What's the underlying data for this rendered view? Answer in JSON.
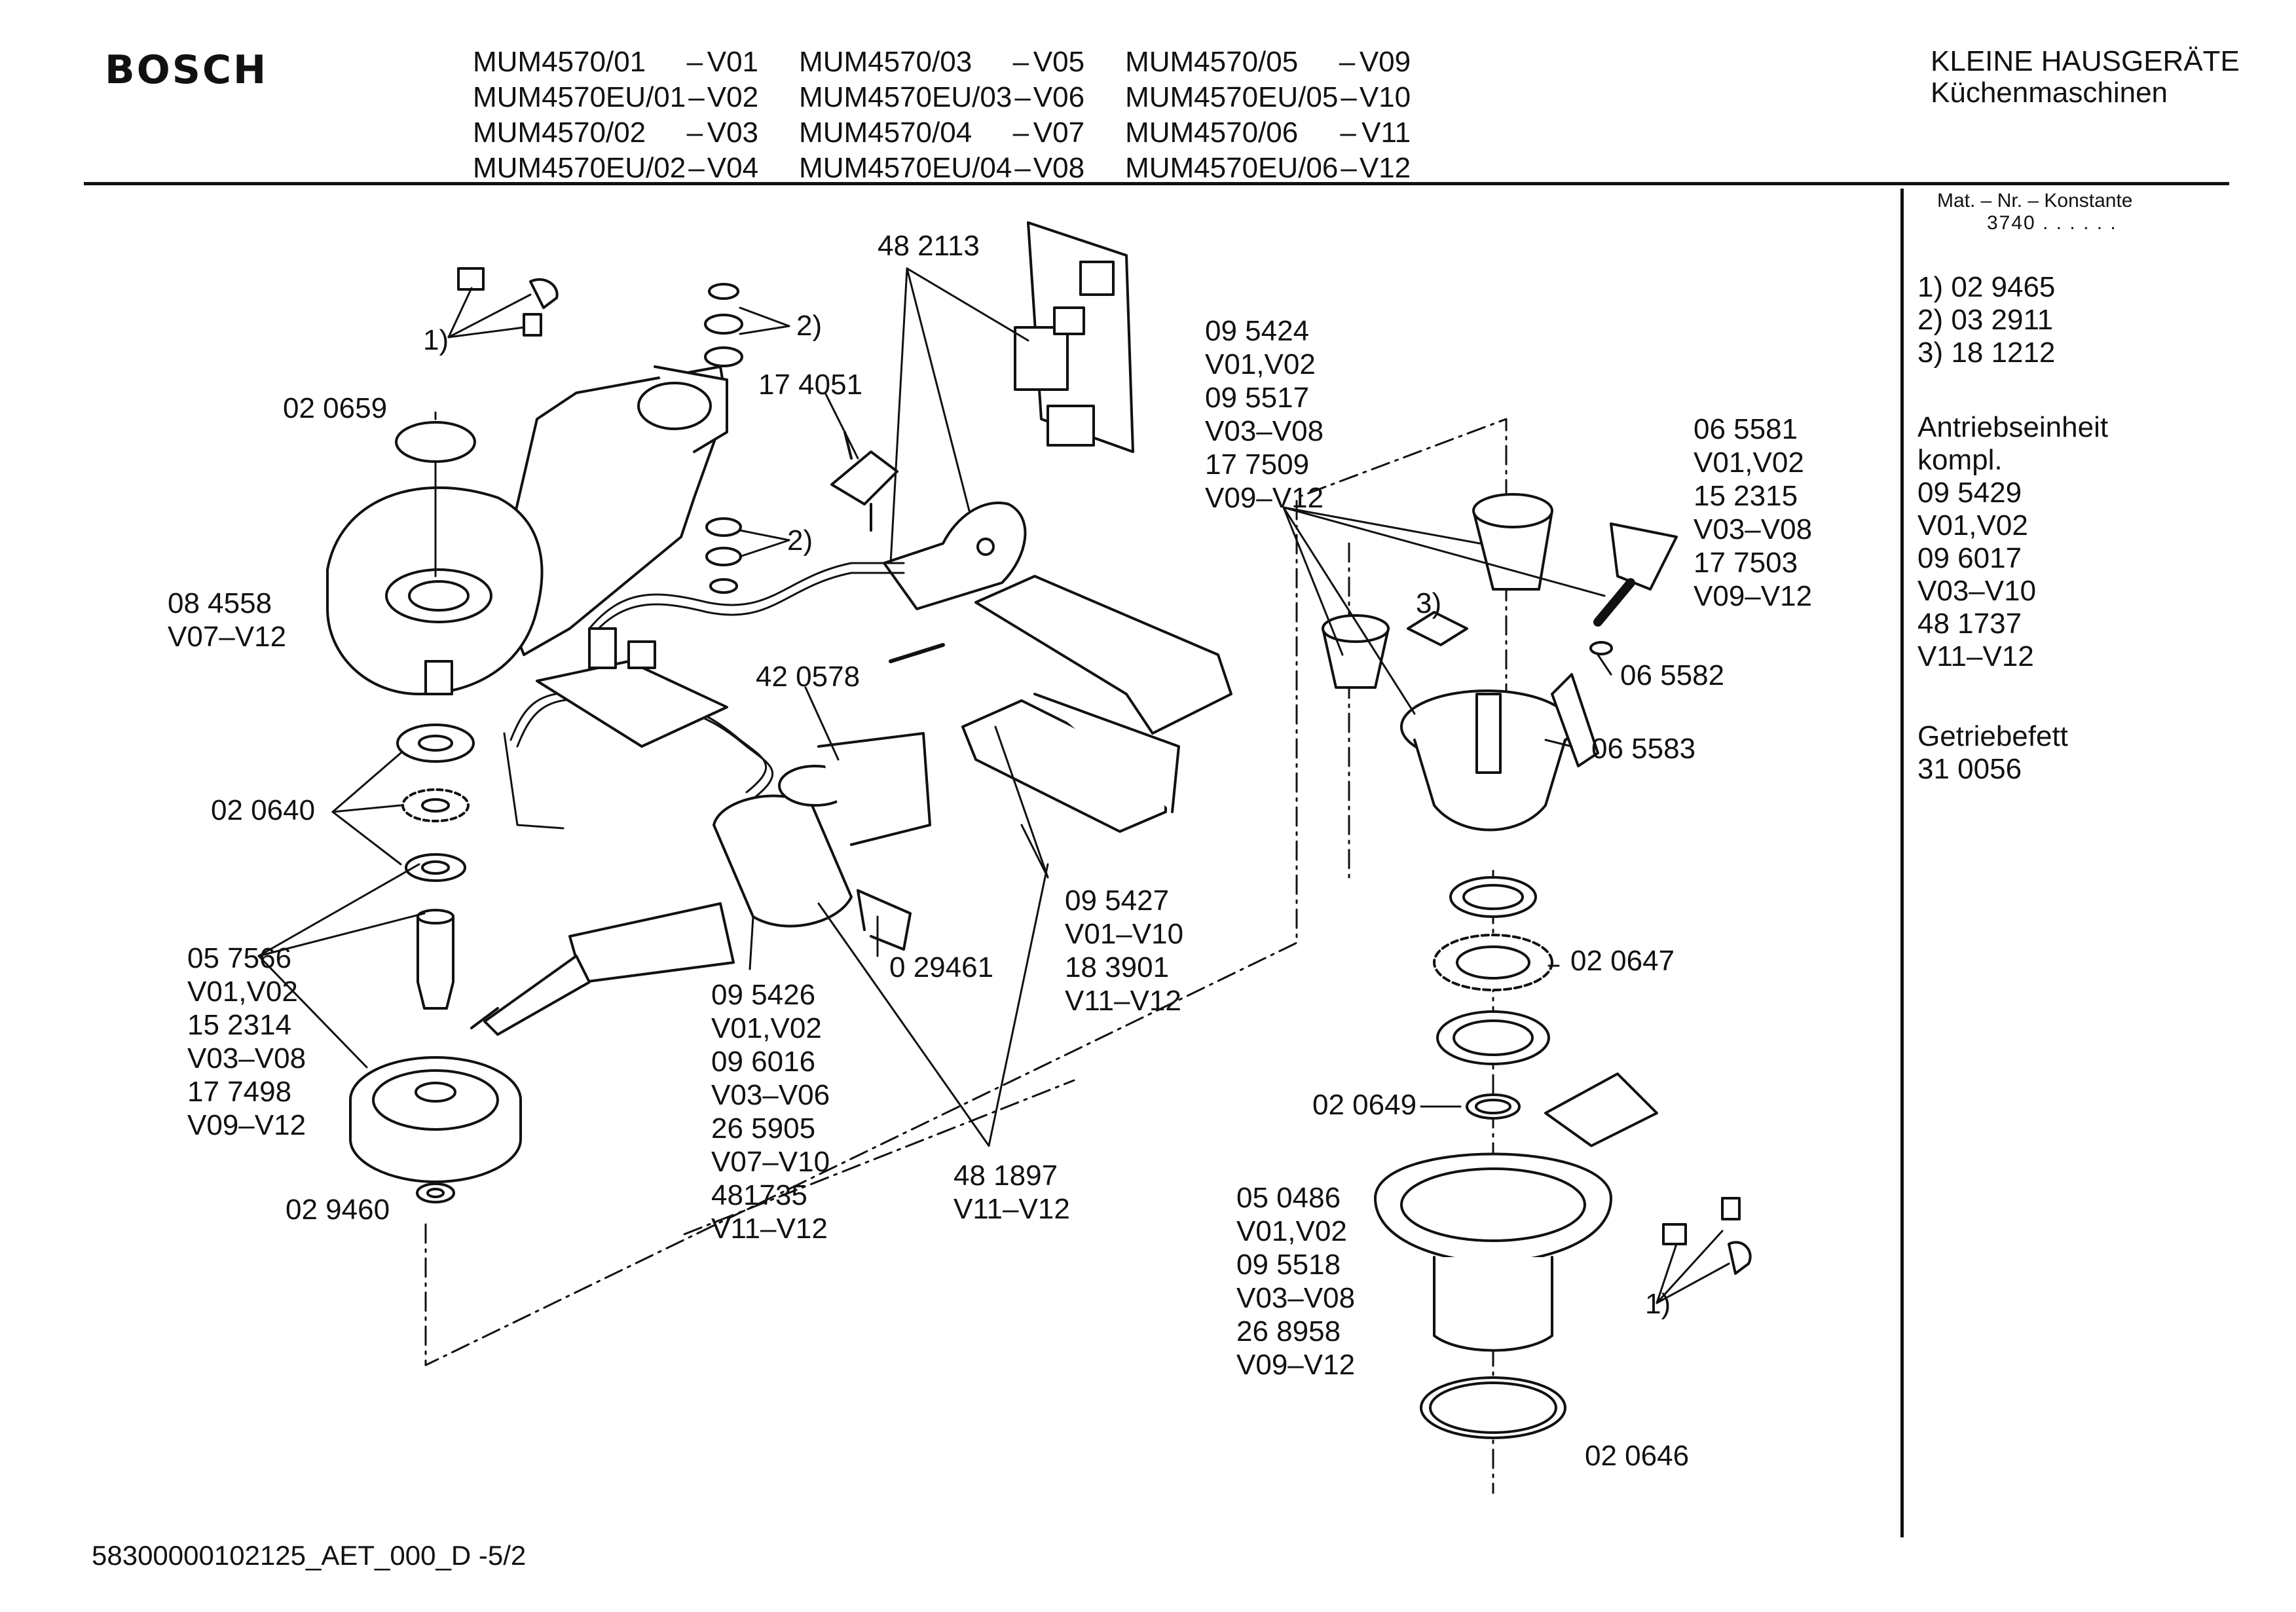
{
  "header": {
    "brand": "BOSCH",
    "models": [
      {
        "model": "MUM4570/01",
        "variant": "V01"
      },
      {
        "model": "MUM4570/03",
        "variant": "V05"
      },
      {
        "model": "MUM4570/05",
        "variant": "V09"
      },
      {
        "model": "MUM4570EU/01",
        "variant": "V02"
      },
      {
        "model": "MUM4570EU/03",
        "variant": "V06"
      },
      {
        "model": "MUM4570EU/05",
        "variant": "V10"
      },
      {
        "model": "MUM4570/02",
        "variant": "V03"
      },
      {
        "model": "MUM4570/04",
        "variant": "V07"
      },
      {
        "model": "MUM4570/06",
        "variant": "V11"
      },
      {
        "model": "MUM4570EU/02",
        "variant": "V04"
      },
      {
        "model": "MUM4570EU/04",
        "variant": "V08"
      },
      {
        "model": "MUM4570EU/06",
        "variant": "V12"
      }
    ],
    "category_line1": "KLEINE HAUSGERÄTE",
    "category_line2": "Küchenmaschinen"
  },
  "sidebar": {
    "mat_header": "Mat. – Nr. – Konstante",
    "mat_value": "3740 . . . . . .",
    "footnotes": [
      "1)  02 9465",
      "2)  03 2911",
      "3)  18 1212"
    ],
    "drive_unit": [
      "Antriebseinheit",
      "kompl.",
      "09 5429",
      "V01,V02",
      "09 6017",
      "V03–V10",
      "48 1737",
      "V11–V12"
    ],
    "grease": [
      "Getriebefett",
      "31 0056"
    ]
  },
  "parts": {
    "p_020659": "02 0659",
    "p_084558": "08 4558\nV07–V12",
    "p_020640": "02 0640",
    "p_057566": "05 7566\nV01,V02\n15 2314\nV03–V08\n17 7498\nV09–V12",
    "p_029460": "02 9460",
    "p_fn1_left": "1)",
    "p_fn2_top": "2)",
    "p_fn2_mid": "2)",
    "p_174051": "17 4051",
    "p_482113": "48 2113",
    "p_420578": "42 0578",
    "p_095426": "09 5426\nV01,V02\n09 6016\nV03–V06\n26 5905\nV07–V10\n481735\nV11–V12",
    "p_029461": "0 29461",
    "p_095427": "09 5427\nV01–V10\n18 3901\nV11–V12",
    "p_481897": "48 1897\nV11–V12",
    "p_095424": "09 5424\nV01,V02\n09 5517\nV03–V08\n17 7509\nV09–V12",
    "p_065581": "06 5581\nV01,V02\n15 2315\nV03–V08\n17 7503\nV09–V12",
    "p_fn3": "3)",
    "p_065582": "06 5582",
    "p_065583": "06 5583",
    "p_020647": "02 0647",
    "p_020649": "02 0649",
    "p_050486": "05 0486\nV01,V02\n09 5518\nV03–V08\n26 8958\nV09–V12",
    "p_fn1_right": "1)",
    "p_020646": "02 0646"
  },
  "footer": {
    "doc_id": "58300000102125_AET_000_D   -5/2"
  }
}
